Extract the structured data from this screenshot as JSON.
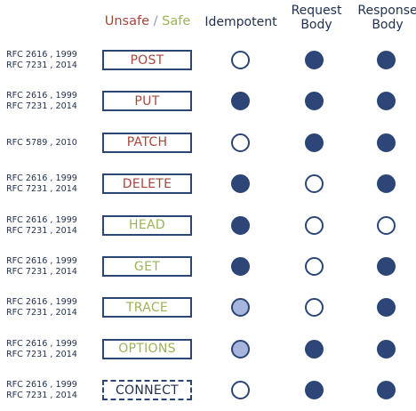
{
  "headers": {
    "unsafe": "Unsafe",
    "separator": "/",
    "safe": "Safe",
    "idempotent": "Idempotent",
    "request_line1": "Request",
    "request_line2": "Body",
    "response_line1": "Response",
    "response_line2": "Body"
  },
  "colors": {
    "unsafe": "#a5473c",
    "safe": "#9ab45a",
    "border": "#2b4577",
    "filled": "#2d4677",
    "light": "#a6b5dd"
  },
  "rows": [
    {
      "rfc": [
        "RFC 2616 , 1999",
        "RFC 7231 , 2014"
      ],
      "method": "POST",
      "safety": "unsafe",
      "border": "solid",
      "idempotent": "no",
      "request_body": "yes",
      "response_body": "yes"
    },
    {
      "rfc": [
        "RFC 2616 , 1999",
        "RFC 7231 , 2014"
      ],
      "method": "PUT",
      "safety": "unsafe",
      "border": "solid",
      "idempotent": "yes",
      "request_body": "yes",
      "response_body": "yes"
    },
    {
      "rfc": [
        "RFC 5789 , 2010"
      ],
      "method": "PATCH",
      "safety": "unsafe",
      "border": "solid",
      "idempotent": "no",
      "request_body": "yes",
      "response_body": "yes"
    },
    {
      "rfc": [
        "RFC 2616 , 1999",
        "RFC 7231 , 2014"
      ],
      "method": "DELETE",
      "safety": "unsafe",
      "border": "solid",
      "idempotent": "yes",
      "request_body": "no",
      "response_body": "yes"
    },
    {
      "rfc": [
        "RFC 2616 , 1999",
        "RFC 7231 , 2014"
      ],
      "method": "HEAD",
      "safety": "safe",
      "border": "solid",
      "idempotent": "yes",
      "request_body": "no",
      "response_body": "no"
    },
    {
      "rfc": [
        "RFC 2616 , 1999",
        "RFC 7231 , 2014"
      ],
      "method": "GET",
      "safety": "safe",
      "border": "solid",
      "idempotent": "yes",
      "request_body": "no",
      "response_body": "yes"
    },
    {
      "rfc": [
        "RFC 2616 , 1999",
        "RFC 7231 , 2014"
      ],
      "method": "TRACE",
      "safety": "safe",
      "border": "solid",
      "idempotent": "light",
      "request_body": "no",
      "response_body": "yes"
    },
    {
      "rfc": [
        "RFC 2616 , 1999",
        "RFC 7231 , 2014"
      ],
      "method": "OPTIONS",
      "safety": "safe",
      "border": "solid",
      "idempotent": "light",
      "request_body": "optional",
      "response_body": "yes"
    },
    {
      "rfc": [
        "RFC 2616 , 1999",
        "RFC 7231 , 2014"
      ],
      "method": "CONNECT",
      "safety": "neutral",
      "border": "dashed",
      "idempotent": "no",
      "request_body": "yes",
      "response_body": "yes"
    }
  ]
}
